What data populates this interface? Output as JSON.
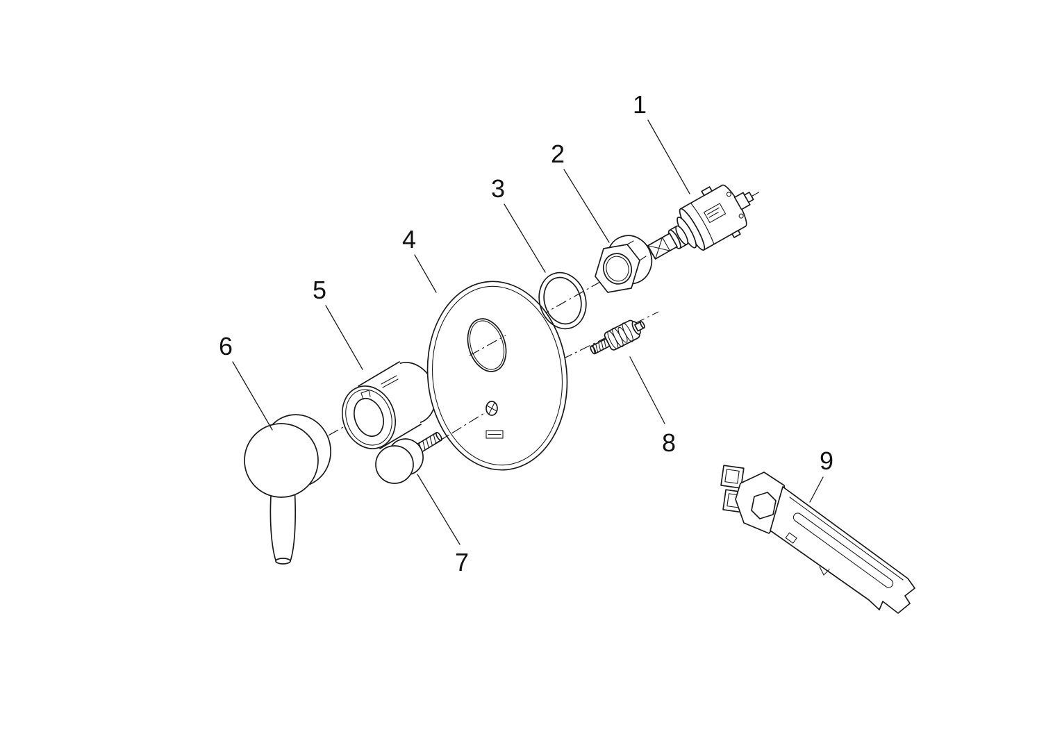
{
  "diagram": {
    "background": "#ffffff",
    "line_color": "#1a1a1a",
    "label_color": "#111111",
    "callouts": [
      "1",
      "2",
      "3",
      "4",
      "5",
      "6",
      "7",
      "8",
      "9"
    ]
  }
}
